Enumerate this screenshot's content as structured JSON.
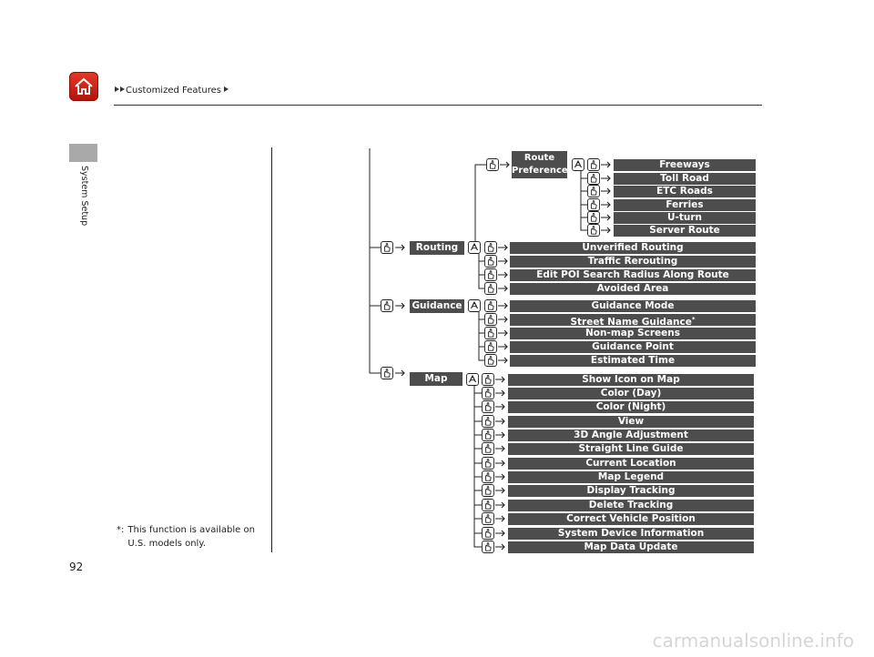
{
  "header": {
    "breadcrumb_prefix": "",
    "breadcrumb_title": "Customized Features"
  },
  "sidebar": {
    "section_label": "System Setup"
  },
  "footnote": {
    "marker": "*:",
    "text": "This function is available on U.S. models only."
  },
  "page": {
    "number": "92"
  },
  "watermark": "carmanualsonline.info",
  "tree": {
    "categories": {
      "route_preference": "Route Preference",
      "routing": "Routing",
      "guidance": "Guidance",
      "map": "Map"
    },
    "route_preference_items": [
      "Freeways",
      "Toll Road",
      "ETC Roads",
      "Ferries",
      "U-turn",
      "Server Route"
    ],
    "routing_items": [
      "Unverified Routing",
      "Traffic Rerouting",
      "Edit POI Search Radius Along Route",
      "Avoided Area"
    ],
    "guidance_items": [
      "Guidance Mode",
      "Street Name Guidance",
      "Non-map Screens",
      "Guidance Point",
      "Estimated Time"
    ],
    "guidance_footnote_marker": "*",
    "map_items": [
      "Show Icon on Map",
      "Color (Day)",
      "Color (Night)",
      "View",
      "3D Angle Adjustment",
      "Straight Line Guide",
      "Current Location",
      "Map Legend",
      "Display Tracking",
      "Delete Tracking",
      "Correct Vehicle Position",
      "System Device Information",
      "Map Data Update"
    ]
  },
  "icons": [
    "home-icon",
    "voice-command-icon",
    "touch-hand-icon",
    "arrow-icon"
  ],
  "colors": {
    "home_button": "#c8241a",
    "bar": "#4d4d4d",
    "section_tab": "#a9a9a9"
  }
}
